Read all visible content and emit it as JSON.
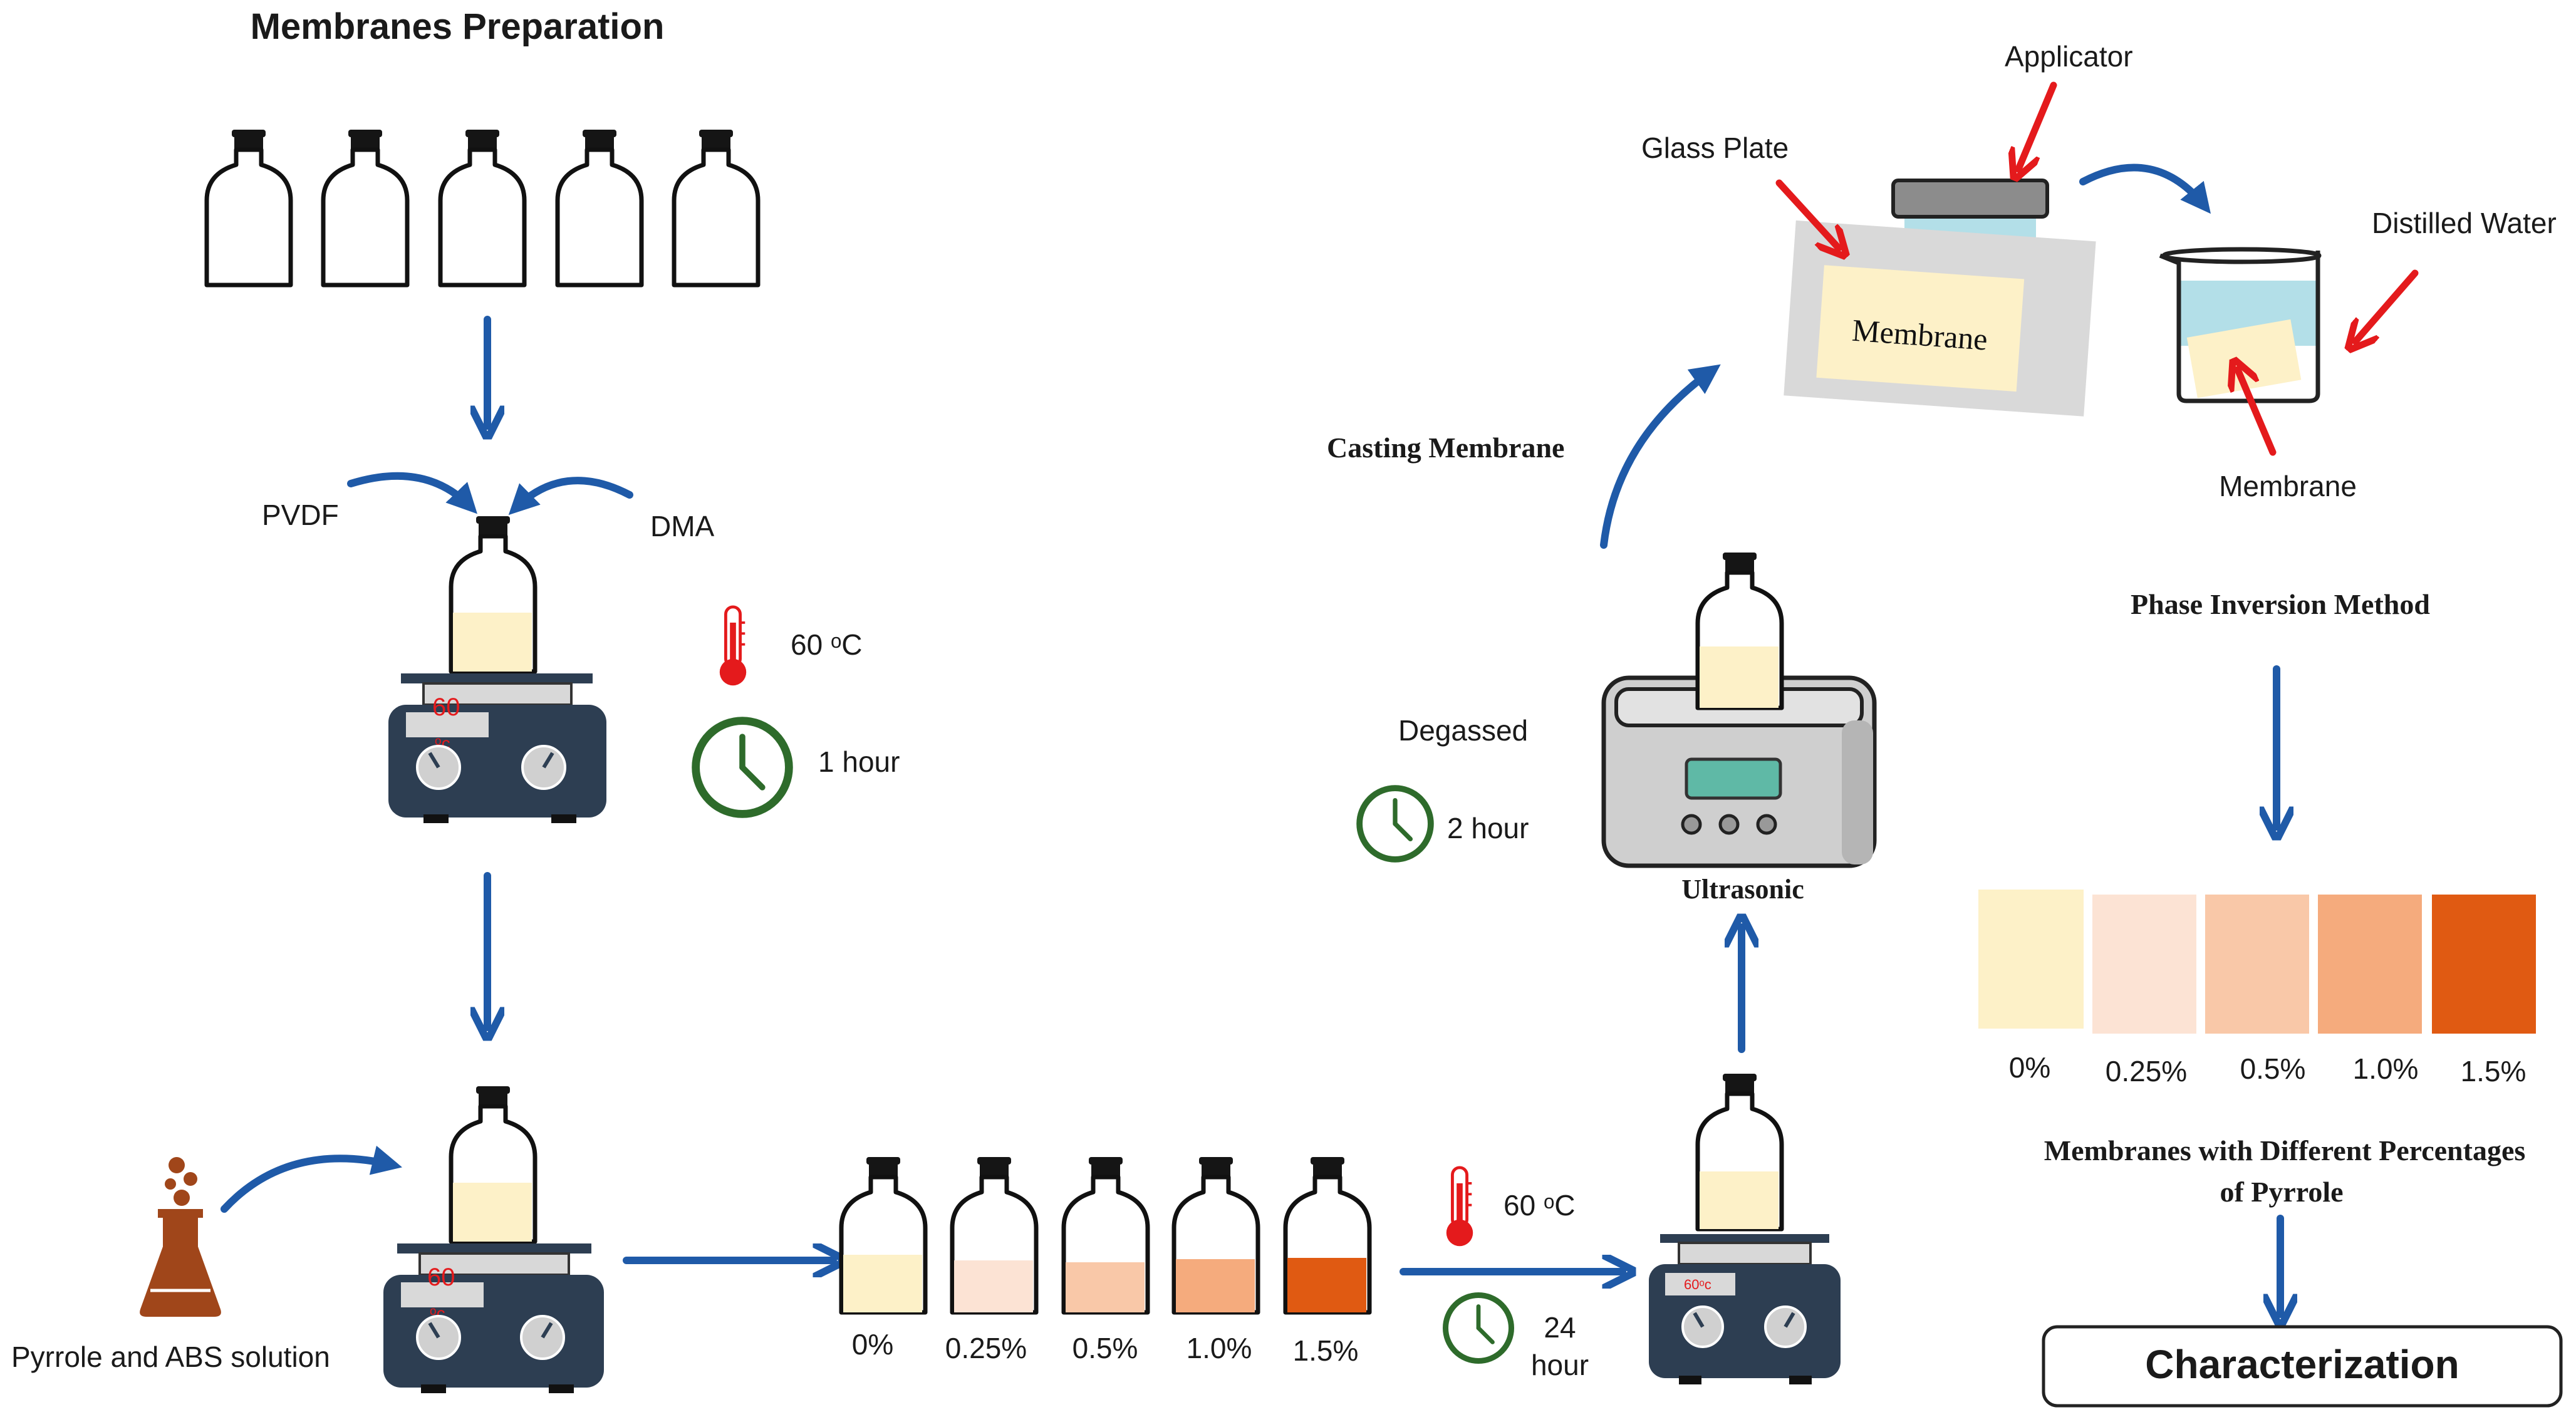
{
  "title": "Membranes Preparation",
  "labels": {
    "pvdf": "PVDF",
    "dma": "DMA",
    "temperature_1": "60 ᵒC",
    "time_1": "1 hour",
    "hotplate_display_1": "60",
    "hotplate_display_unit_1": "ᵒc",
    "hotplate_display_2": "60",
    "hotplate_display_unit_2": "ᵒc",
    "hotplate_display_3": "60ᵒc",
    "pyrrole_abs": "Pyrrole and ABS solution",
    "temperature_2": "60 ᵒC",
    "time_2_line1": "24",
    "time_2_line2": "hour",
    "degassed": "Degassed",
    "time_3": "2 hour",
    "ultrasonic": "Ultrasonic",
    "casting_membrane": "Casting Membrane",
    "glass_plate": "Glass Plate",
    "applicator": "Applicator",
    "membrane_on_plate": "Membrane",
    "distilled_water": "Distilled Water",
    "membrane_in_beaker": "Membrane",
    "phase_inversion": "Phase Inversion Method",
    "membranes_caption_line1": "Membranes with Different Percentages",
    "membranes_caption_line2": "of Pyrrole",
    "characterization": "Characterization"
  },
  "bottle_percentages": [
    "0%",
    "0.25%",
    "0.5%",
    "1.0%",
    "1.5%"
  ],
  "swatch_percentages": [
    "0%",
    "0.25%",
    "0.5%",
    "1.0%",
    "1.5%"
  ],
  "colors": {
    "arrow_blue": "#1f5aa8",
    "arrow_red": "#e41a1c",
    "solution_base": "#fdf1c8",
    "pyrrole_levels": [
      "#fdf1c8",
      "#fce3d4",
      "#f9c8a8",
      "#f5ab7d",
      "#e05a12"
    ],
    "hotplate": "#2d3e52",
    "clock": "#2e6b2b",
    "thermometer": "#e41a1c",
    "flask": "#a0461a"
  }
}
